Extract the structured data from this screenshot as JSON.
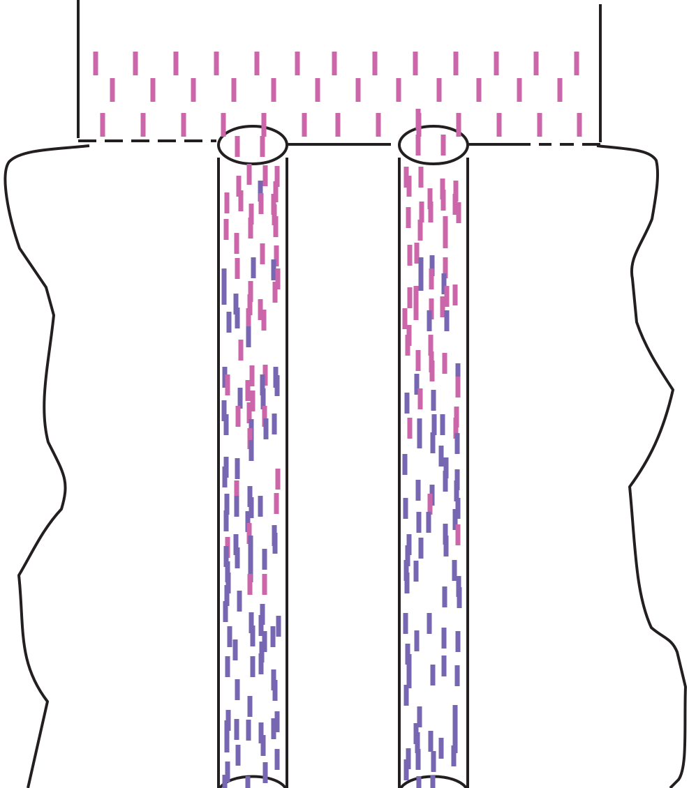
{
  "diagram": {
    "type": "schematic",
    "description_visible_text": "",
    "colors": {
      "outline": "#231f20",
      "pink_particle": "#cc66aa",
      "purple_particle": "#7766b2",
      "background": "#ffffff"
    },
    "components": [
      "reservoir",
      "tissue-boundary",
      "channel-left",
      "channel-right"
    ]
  }
}
